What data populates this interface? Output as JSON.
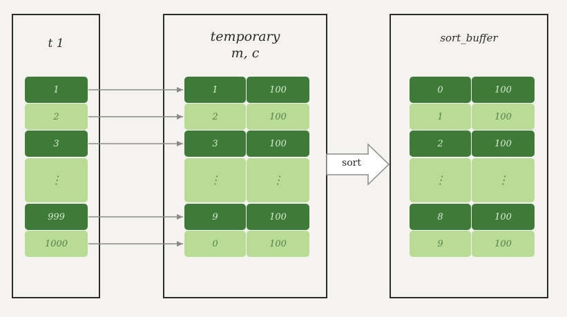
{
  "t1": {
    "title": "t 1",
    "rows": [
      "1",
      "2",
      "3",
      "⋮",
      "999",
      "1000"
    ]
  },
  "temporary": {
    "title_line1": "temporary",
    "title_line2": "m, c",
    "rows": [
      {
        "m": "1",
        "c": "100"
      },
      {
        "m": "2",
        "c": "100"
      },
      {
        "m": "3",
        "c": "100"
      },
      {
        "m": "⋮",
        "c": "⋮"
      },
      {
        "m": "9",
        "c": "100"
      },
      {
        "m": "0",
        "c": "100"
      }
    ]
  },
  "sort_buffer": {
    "title": "sort_buffer",
    "rows": [
      {
        "m": "0",
        "c": "100"
      },
      {
        "m": "1",
        "c": "100"
      },
      {
        "m": "2",
        "c": "100"
      },
      {
        "m": "⋮",
        "c": "⋮"
      },
      {
        "m": "8",
        "c": "100"
      },
      {
        "m": "9",
        "c": "100"
      }
    ]
  },
  "sort_arrow": {
    "label": "sort"
  },
  "colors": {
    "dark_green": "#3f7b38",
    "light_green": "#b8dc95",
    "border": "#2b2b2b",
    "arrow": "#8a8a8a"
  }
}
